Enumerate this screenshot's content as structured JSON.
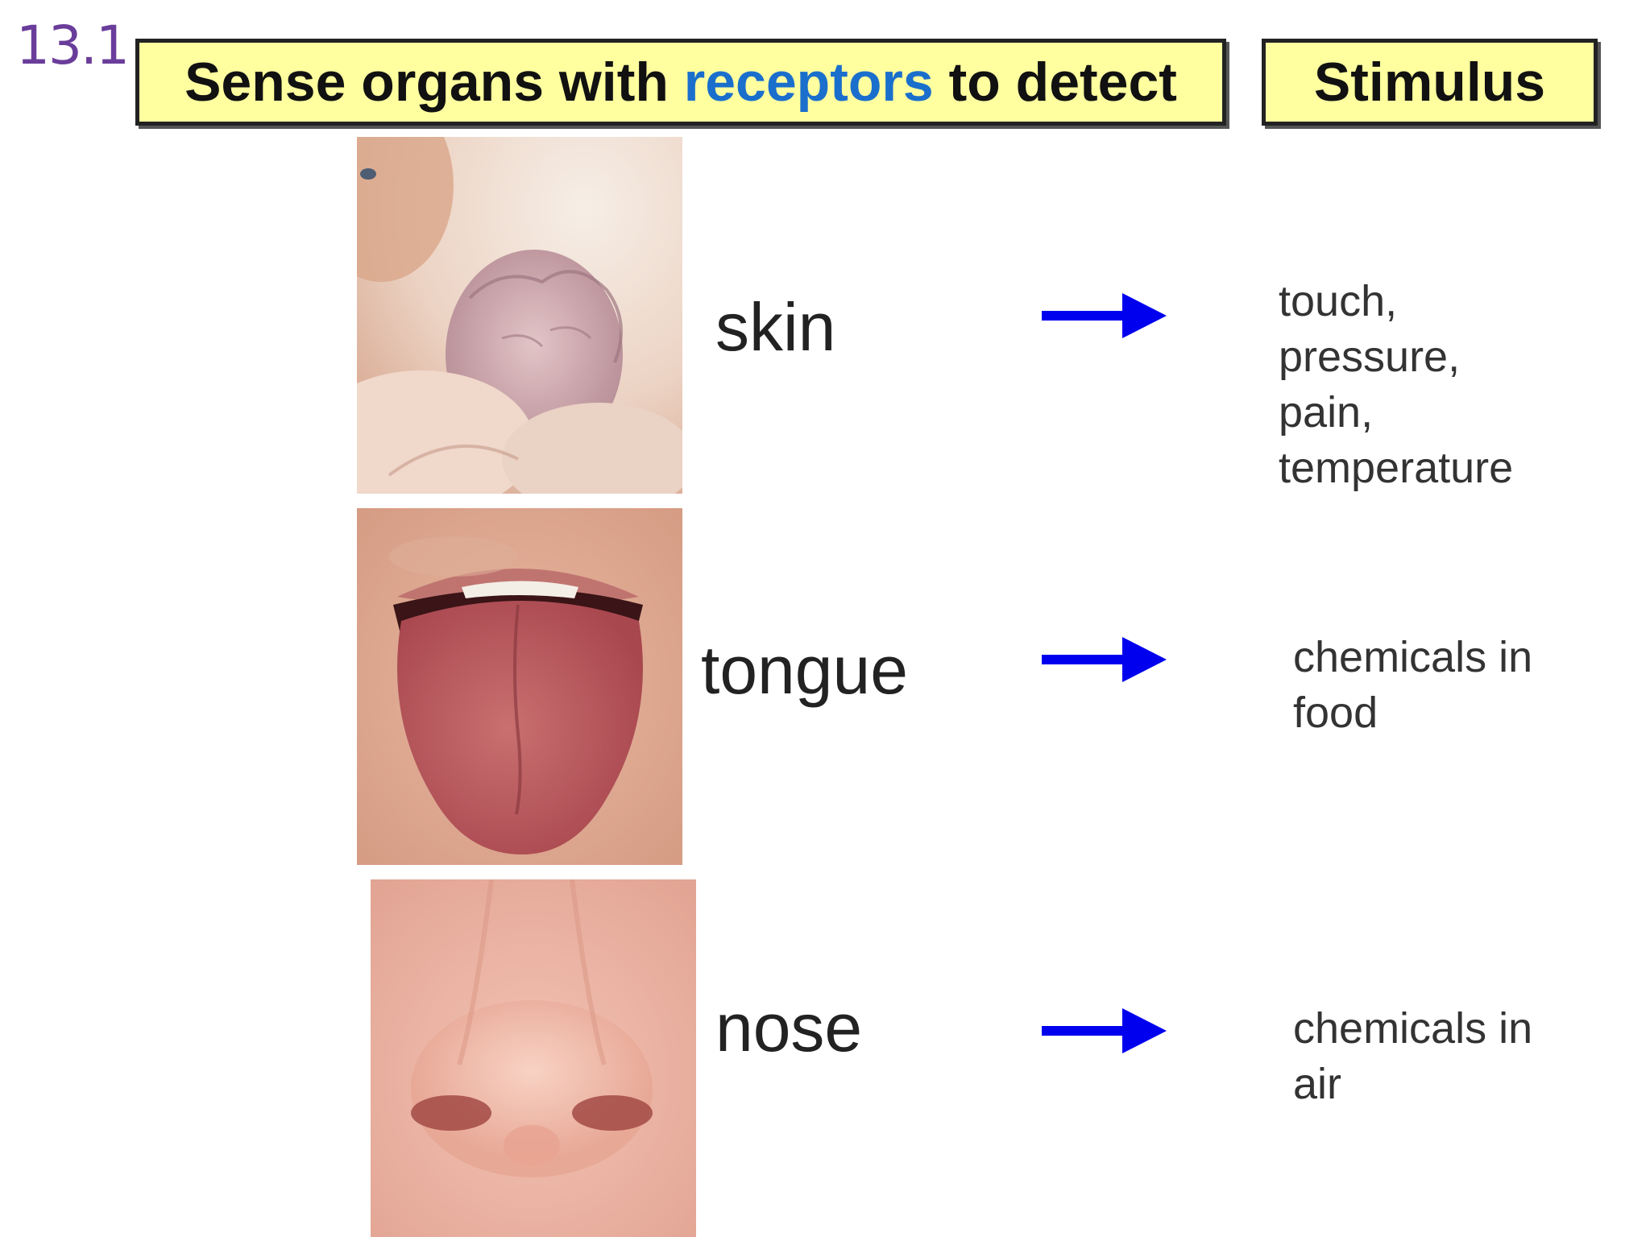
{
  "section_number": "13.1",
  "header": {
    "left_prefix": "Sense organs with ",
    "left_accent": "receptors",
    "left_suffix": " to detect",
    "right": "Stimulus"
  },
  "colors": {
    "header_fill": "#ffffa0",
    "accent": "#1b6fcc",
    "arrow": "#0000ee",
    "section_number": "#6a3d9a"
  },
  "rows": [
    {
      "organ": "skin",
      "image": "baby-hand-photo",
      "stimulus_lines": [
        "touch,",
        "pressure,",
        "pain,",
        "temperature"
      ]
    },
    {
      "organ": "tongue",
      "image": "tongue-photo",
      "stimulus_lines": [
        "chemicals in",
        "food"
      ]
    },
    {
      "organ": "nose",
      "image": "nose-photo",
      "stimulus_lines": [
        "chemicals in",
        "air"
      ]
    }
  ]
}
